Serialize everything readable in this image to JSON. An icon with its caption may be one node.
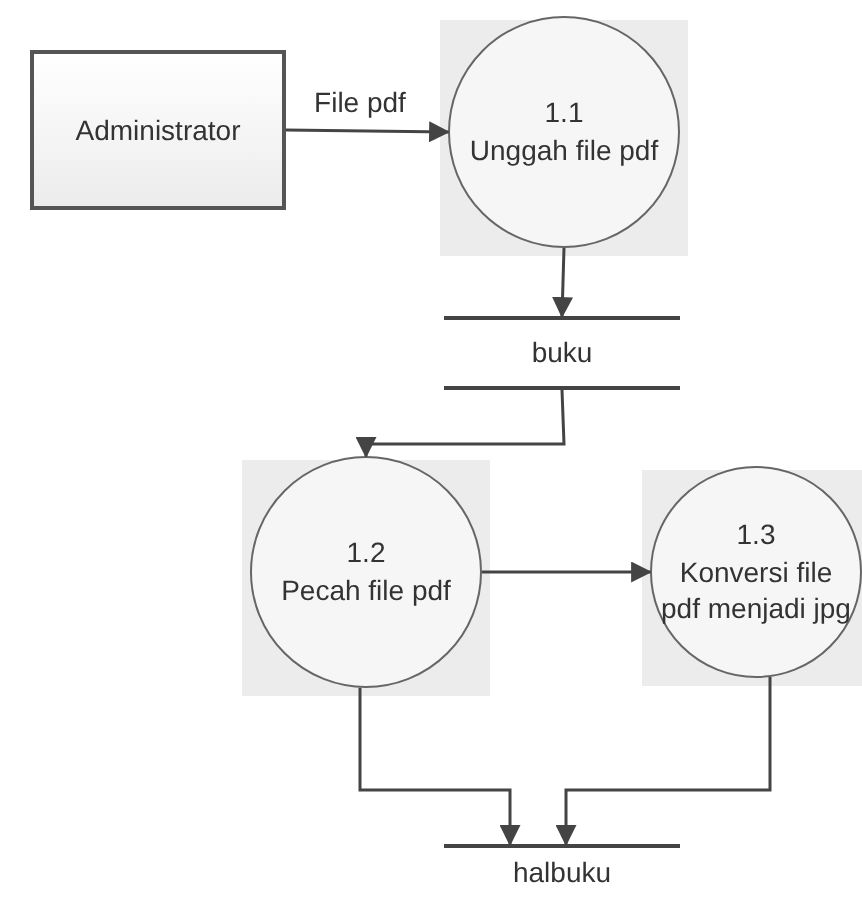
{
  "diagram": {
    "nodes": [
      {
        "text": [
          "Administrator"
        ]
      },
      {
        "text": [
          "1.1",
          "Unggah file pdf"
        ]
      },
      {
        "text": [
          "buku"
        ]
      },
      {
        "text": [
          "1.2",
          "Pecah file pdf"
        ]
      },
      {
        "text": [
          "1.3",
          "Konversi file pdf menjadi jpg"
        ]
      },
      {
        "text": [
          "halbuku"
        ]
      }
    ],
    "edges": [
      {
        "from": 0,
        "to": 1,
        "arrow": "to",
        "label": "File pdf"
      },
      {
        "from": 1,
        "to": 2,
        "arrow": "to"
      },
      {
        "from": 2,
        "to": 3,
        "arrow": "to"
      },
      {
        "from": 3,
        "to": 4,
        "arrow": "to"
      },
      {
        "from": 3,
        "to": 5,
        "arrow": "to"
      },
      {
        "from": 4,
        "to": 5,
        "arrow": "to"
      }
    ]
  }
}
